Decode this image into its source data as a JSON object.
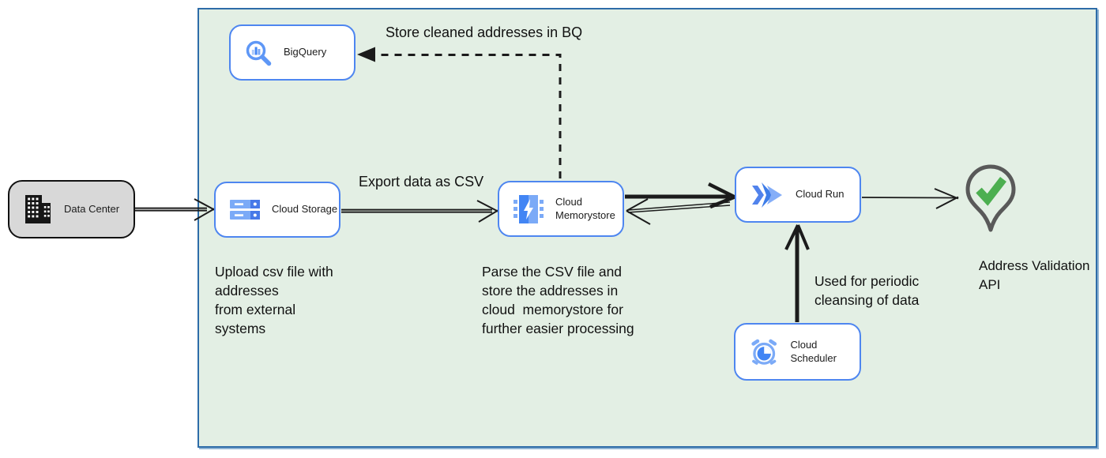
{
  "diagram": {
    "nodes": {
      "bigquery": {
        "label": "BigQuery"
      },
      "data_center": {
        "label": "Data Center"
      },
      "cloud_storage": {
        "label": "Cloud Storage"
      },
      "cloud_memorystore": {
        "label": "Cloud\nMemorystore"
      },
      "cloud_run": {
        "label": "Cloud Run"
      },
      "cloud_scheduler": {
        "label": "Cloud Scheduler"
      },
      "address_validation_api": {
        "label": "Address Validation\nAPI"
      }
    },
    "annotations": {
      "store_cleaned": "Store cleaned addresses in BQ",
      "export_csv": "Export data as CSV",
      "upload_csv": "Upload csv file with\naddresses\nfrom external\nsystems",
      "parse_csv": "Parse the CSV file and\nstore the addresses in\ncloud  memorystore for\nfurther easier processing",
      "periodic_cleansing": "Used for periodic\ncleansing of data"
    },
    "icons": {
      "bigquery": "magnifier-with-bars-icon",
      "data_center": "building-icon",
      "cloud_storage": "storage-buckets-icon",
      "cloud_memorystore": "memory-chip-bolt-icon",
      "cloud_run": "double-chevron-icon",
      "cloud_scheduler": "alarm-clock-icon",
      "address_validation_api": "map-pin-checkmark-icon"
    },
    "colors": {
      "boundary_fill": "#e3efe4",
      "boundary_border": "#2d6ca8",
      "node_border": "#4e86f0",
      "node_fill": "#ffffff",
      "datacenter_fill": "#d8d8d8",
      "arrow_black": "#1b1b1b",
      "gcp_blue": "#4285f4",
      "gcp_blue_light": "#7baaf7",
      "check_green": "#4caf50",
      "pin_gray": "#595959"
    }
  }
}
